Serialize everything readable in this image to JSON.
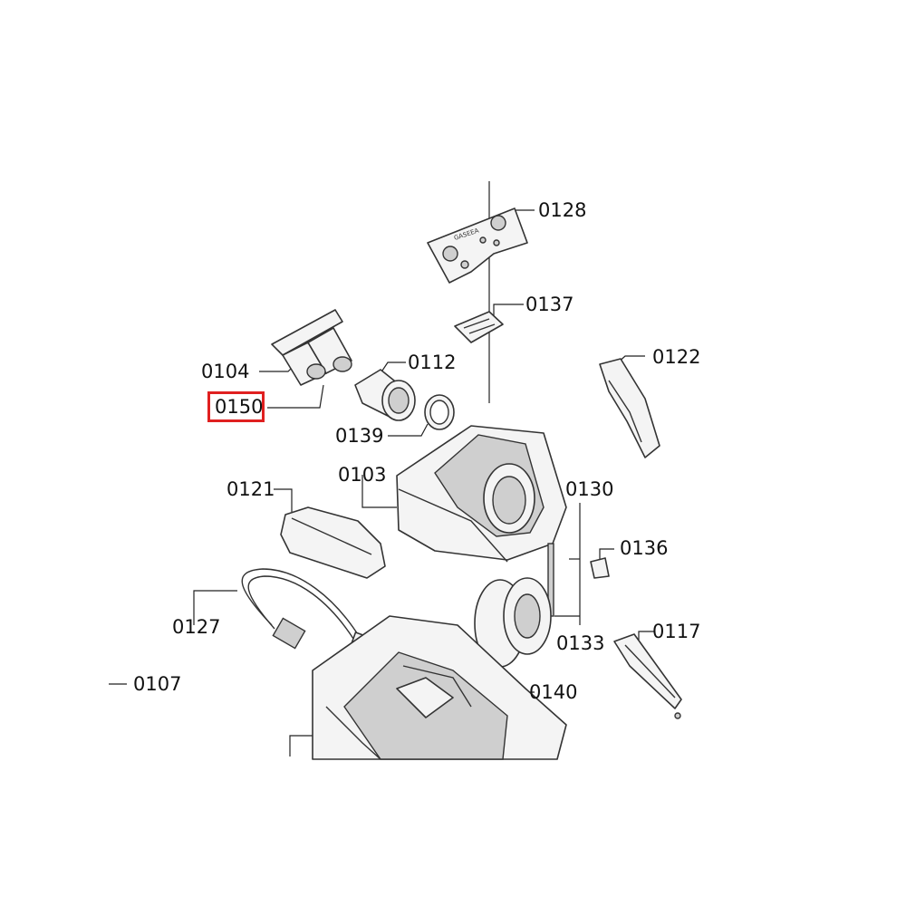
{
  "highlight_color": "#e02020",
  "diagram": {
    "labels": {
      "p0128": "0128",
      "p0137": "0137",
      "p0122": "0122",
      "p0104": "0104",
      "p0112": "0112",
      "p0150": "0150",
      "p0139": "0139",
      "p0103": "0103",
      "p0121": "0121",
      "p0130": "0130",
      "p0136": "0136",
      "p0127": "0127",
      "p0133": "0133",
      "p0117": "0117",
      "p0107": "0107",
      "p0140": "0140"
    },
    "selected_part": "0150",
    "text_on_part": "GASEEA"
  }
}
